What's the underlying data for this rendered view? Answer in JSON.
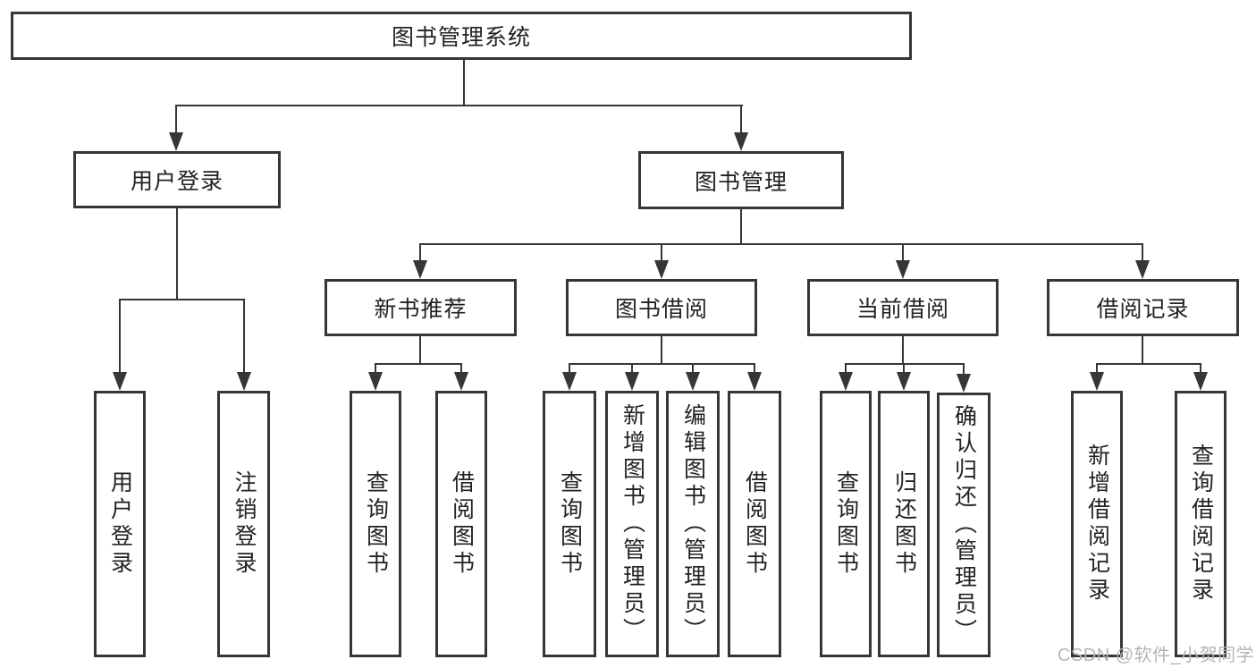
{
  "tree": {
    "root": {
      "label": "图书管理系统"
    },
    "branches": [
      {
        "label": "用户登录",
        "children": [
          {
            "label": "用户登录"
          },
          {
            "label": "注销登录"
          }
        ]
      },
      {
        "label": "图书管理",
        "children": [
          {
            "label": "新书推荐",
            "children": [
              {
                "label": "查询图书"
              },
              {
                "label": "借阅图书"
              }
            ]
          },
          {
            "label": "图书借阅",
            "children": [
              {
                "label": "查询图书"
              },
              {
                "label": "新增图书（管理员）"
              },
              {
                "label": "编辑图书（管理员）"
              },
              {
                "label": "借阅图书"
              }
            ]
          },
          {
            "label": "当前借阅",
            "children": [
              {
                "label": "查询图书"
              },
              {
                "label": "归还图书"
              },
              {
                "label": "确认归还（管理员）"
              }
            ]
          },
          {
            "label": "借阅记录",
            "children": [
              {
                "label": "新增借阅记录"
              },
              {
                "label": "查询借阅记录"
              }
            ]
          }
        ]
      }
    ]
  },
  "watermark": "CSDN @软件_小贺同学",
  "colors": {
    "line": "#363636",
    "text": "#222222",
    "watermark": "#b5b5b5",
    "background": "#ffffff"
  }
}
